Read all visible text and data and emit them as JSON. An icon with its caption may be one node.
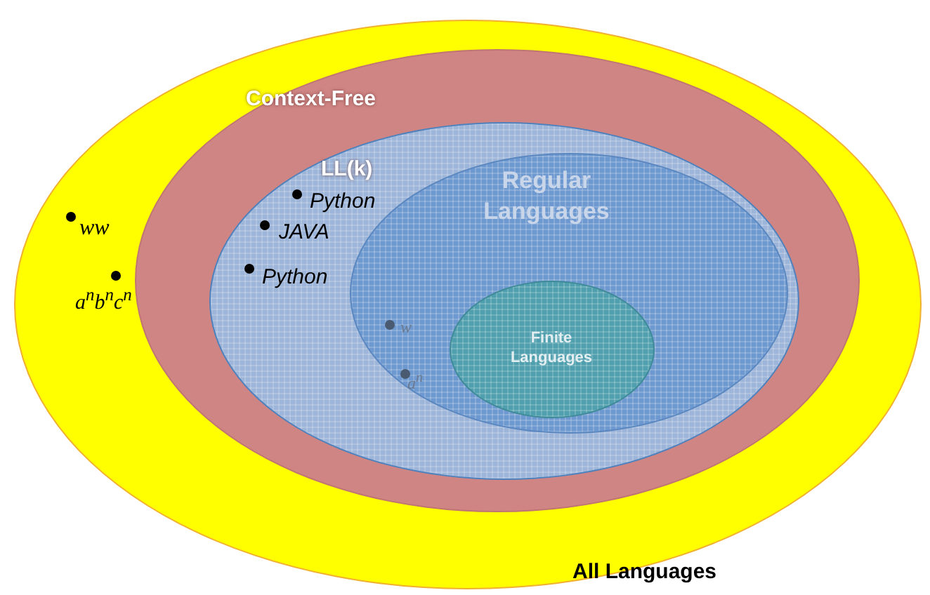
{
  "diagram": {
    "nodes": [
      {
        "text": [
          "All Languages",
          "ww",
          "a$^{n}$b$^{n}$c$^{n}$"
        ]
      },
      {
        "text": [
          "Context-Free"
        ],
        "in": 0
      },
      {
        "text": [
          "LL(k)",
          "Python",
          "JAVA",
          "Python"
        ],
        "in": 1
      },
      {
        "text": [
          "Regular Languages",
          "w",
          "a$^{n}$"
        ],
        "in": 2
      },
      {
        "text": [
          "Finite Languages"
        ],
        "in": 3
      }
    ]
  }
}
